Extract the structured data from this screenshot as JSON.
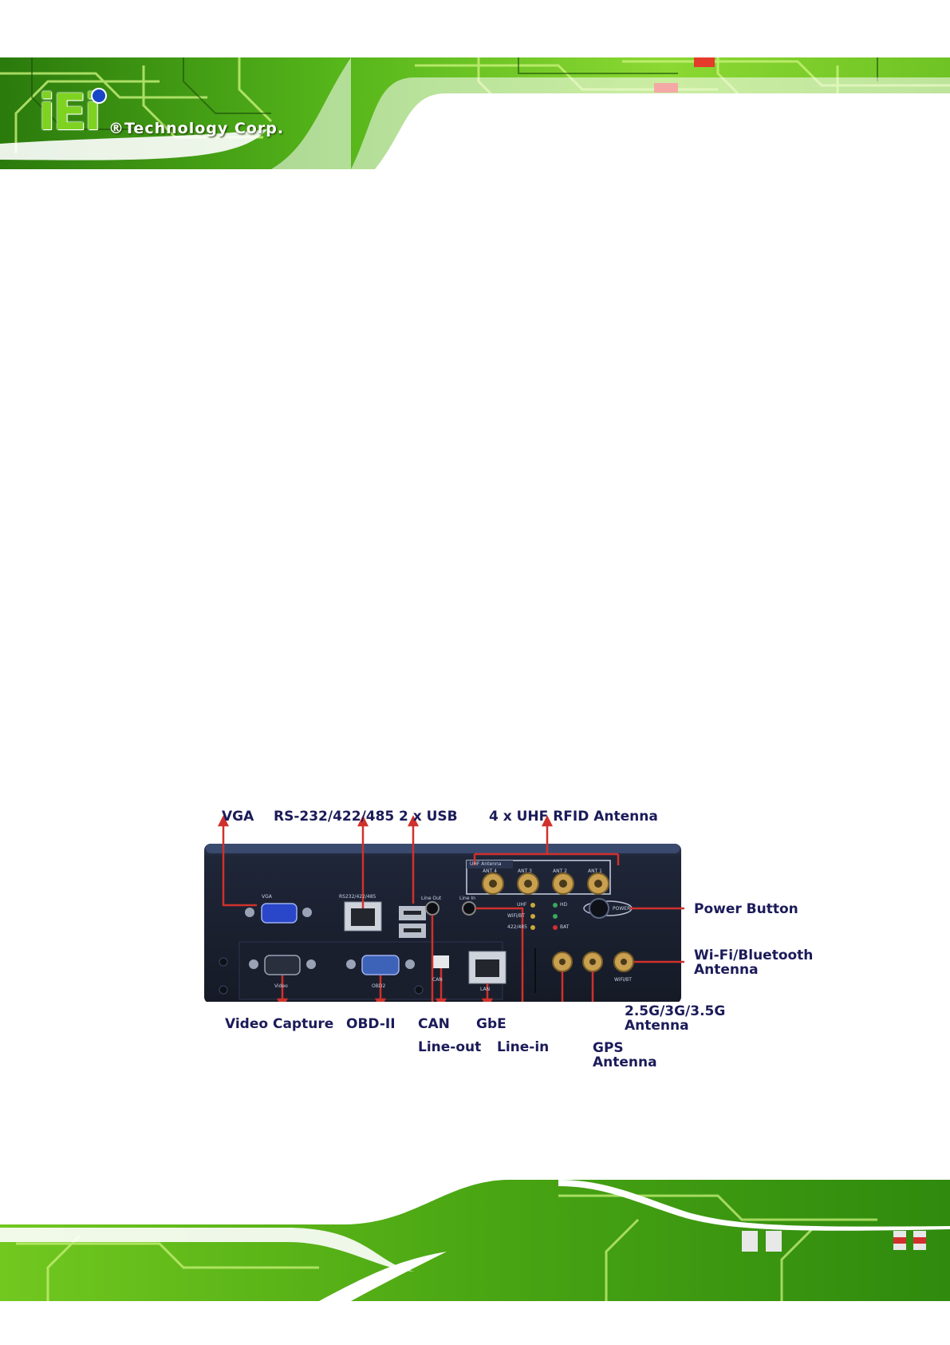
{
  "header": {
    "logo_letters": "iEi",
    "logo_tagline": "®Technology Corp."
  },
  "figure": {
    "top_labels": {
      "vga": "VGA",
      "serial": "RS-232/422/485",
      "usb": "2 x USB",
      "uhf_antenna": "4 x UHF RFID Antenna"
    },
    "right_labels": {
      "power_button": "Power Button",
      "wifi_bt_line1": "Wi-Fi/Bluetooth",
      "wifi_bt_line2": "Antenna",
      "cellular_line1": "2.5G/3G/3.5G",
      "cellular_line2": "Antenna",
      "gps_line1": "GPS",
      "gps_line2": "Antenna"
    },
    "bottom_labels": {
      "video_capture": "Video Capture",
      "obd2": "OBD-II",
      "can": "CAN",
      "gbe": "GbE",
      "line_out": "Line-out",
      "line_in": "Line-in"
    },
    "panel_markings": {
      "vga": "VGA",
      "serial": "RS232/422/485",
      "uhf_antenna": "UHF Antenna",
      "ant4": "ANT 4",
      "ant3": "ANT 3",
      "ant2": "ANT 2",
      "ant1": "ANT 1",
      "line_out": "Line Out",
      "line_in": "Line In",
      "led_uhf": "UHF",
      "led_wifi": "WiFi/BT",
      "led_422": "422/485",
      "led_hd": "HD",
      "led_bat": "BAT",
      "power": "POWER",
      "video": "Video",
      "obd2": "OBD2",
      "can": "CAN",
      "lan": "LAN",
      "wifi_bt": "WiFi/BT"
    },
    "colors": {
      "chassis": "#1c2335",
      "arrow": "#d0312d",
      "label": "#1b1b5a",
      "vga_port": "#2a47c9",
      "obd_port": "#3d63b8",
      "antenna_gold": "#c8a050"
    }
  }
}
